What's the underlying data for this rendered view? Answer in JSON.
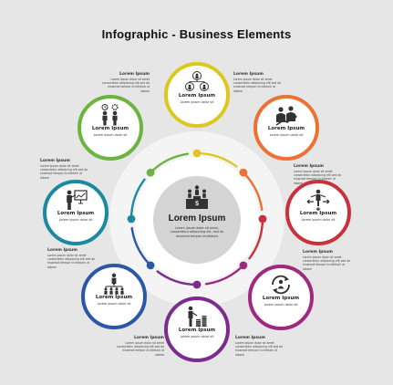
{
  "title": "Infographic - Business Elements",
  "center": {
    "heading": "Lorem Ipsum",
    "text": "Lorem ipsum dolor sit amet, consectetur adipiscing elit, sed do eiusmod tempor incididunt"
  },
  "items": [
    {
      "id": "hierarchy",
      "color": "#dcc81e",
      "icon": "team-hierarchy-icon",
      "heading": "Lorem Ipsum",
      "text": "Lorem ipsum dolor sit"
    },
    {
      "id": "growth",
      "color": "#ec7133",
      "icon": "business-growth-icon",
      "heading": "Lorem Ipsum",
      "text": "Lorem ipsum dolor sit"
    },
    {
      "id": "balance",
      "color": "#c7323d",
      "icon": "balance-arrows-icon",
      "heading": "Lorem Ipsum",
      "text": "Lorem ipsum dolor sit"
    },
    {
      "id": "cycle",
      "color": "#a0297f",
      "icon": "cycle-arrows-icon",
      "heading": "Lorem Ipsum",
      "text": "Lorem ipsum dolor sit"
    },
    {
      "id": "money",
      "color": "#7b2d8e",
      "icon": "money-stack-icon",
      "heading": "Lorem Ipsum",
      "text": "Lorem ipsum dolor sit"
    },
    {
      "id": "structure",
      "color": "#2a58a6",
      "icon": "org-structure-icon",
      "heading": "Lorem Ipsum",
      "text": "Lorem ipsum dolor sit"
    },
    {
      "id": "presentation",
      "color": "#1b8aa0",
      "icon": "presentation-icon",
      "heading": "Lorem Ipsum",
      "text": "Lorem ipsum dolor sit"
    },
    {
      "id": "idea",
      "color": "#6cb33f",
      "icon": "idea-teamwork-icon",
      "heading": "Lorem Ipsum",
      "text": "Lorem ipsum dolor sit"
    }
  ],
  "notes": [
    {
      "title": "Lorem Ipsum",
      "text": "Lorem ipsum dolor sit amet consectetur adipiscing elit sed do eiusmod tempor incididunt ut labore"
    },
    {
      "title": "Lorem Ipsum",
      "text": "Lorem ipsum dolor sit amet consectetur adipiscing elit sed do eiusmod tempor incididunt ut labore"
    },
    {
      "title": "Lorem Ipsum",
      "text": "Lorem ipsum dolor sit amet consectetur adipiscing elit sed do eiusmod tempor incididunt ut labore"
    },
    {
      "title": "Lorem Ipsum",
      "text": "Lorem ipsum dolor sit amet consectetur adipiscing elit sed do eiusmod tempor incididunt ut labore"
    },
    {
      "title": "Lorem Ipsum",
      "text": "Lorem ipsum dolor sit amet consectetur adipiscing elit sed do eiusmod tempor incididunt ut labore"
    },
    {
      "title": "Lorem Ipsum",
      "text": "Lorem ipsum dolor sit amet consectetur adipiscing elit sed do eiusmod tempor incididunt ut labore"
    },
    {
      "title": "Lorem Ipsum",
      "text": "Lorem ipsum dolor sit amet consectetur adipiscing elit sed do eiusmod tempor incididunt ut labore"
    },
    {
      "title": "Lorem Ipsum",
      "text": "Lorem ipsum dolor sit amet consectetur adipiscing elit sed do eiusmod tempor incididunt ut labore"
    }
  ]
}
